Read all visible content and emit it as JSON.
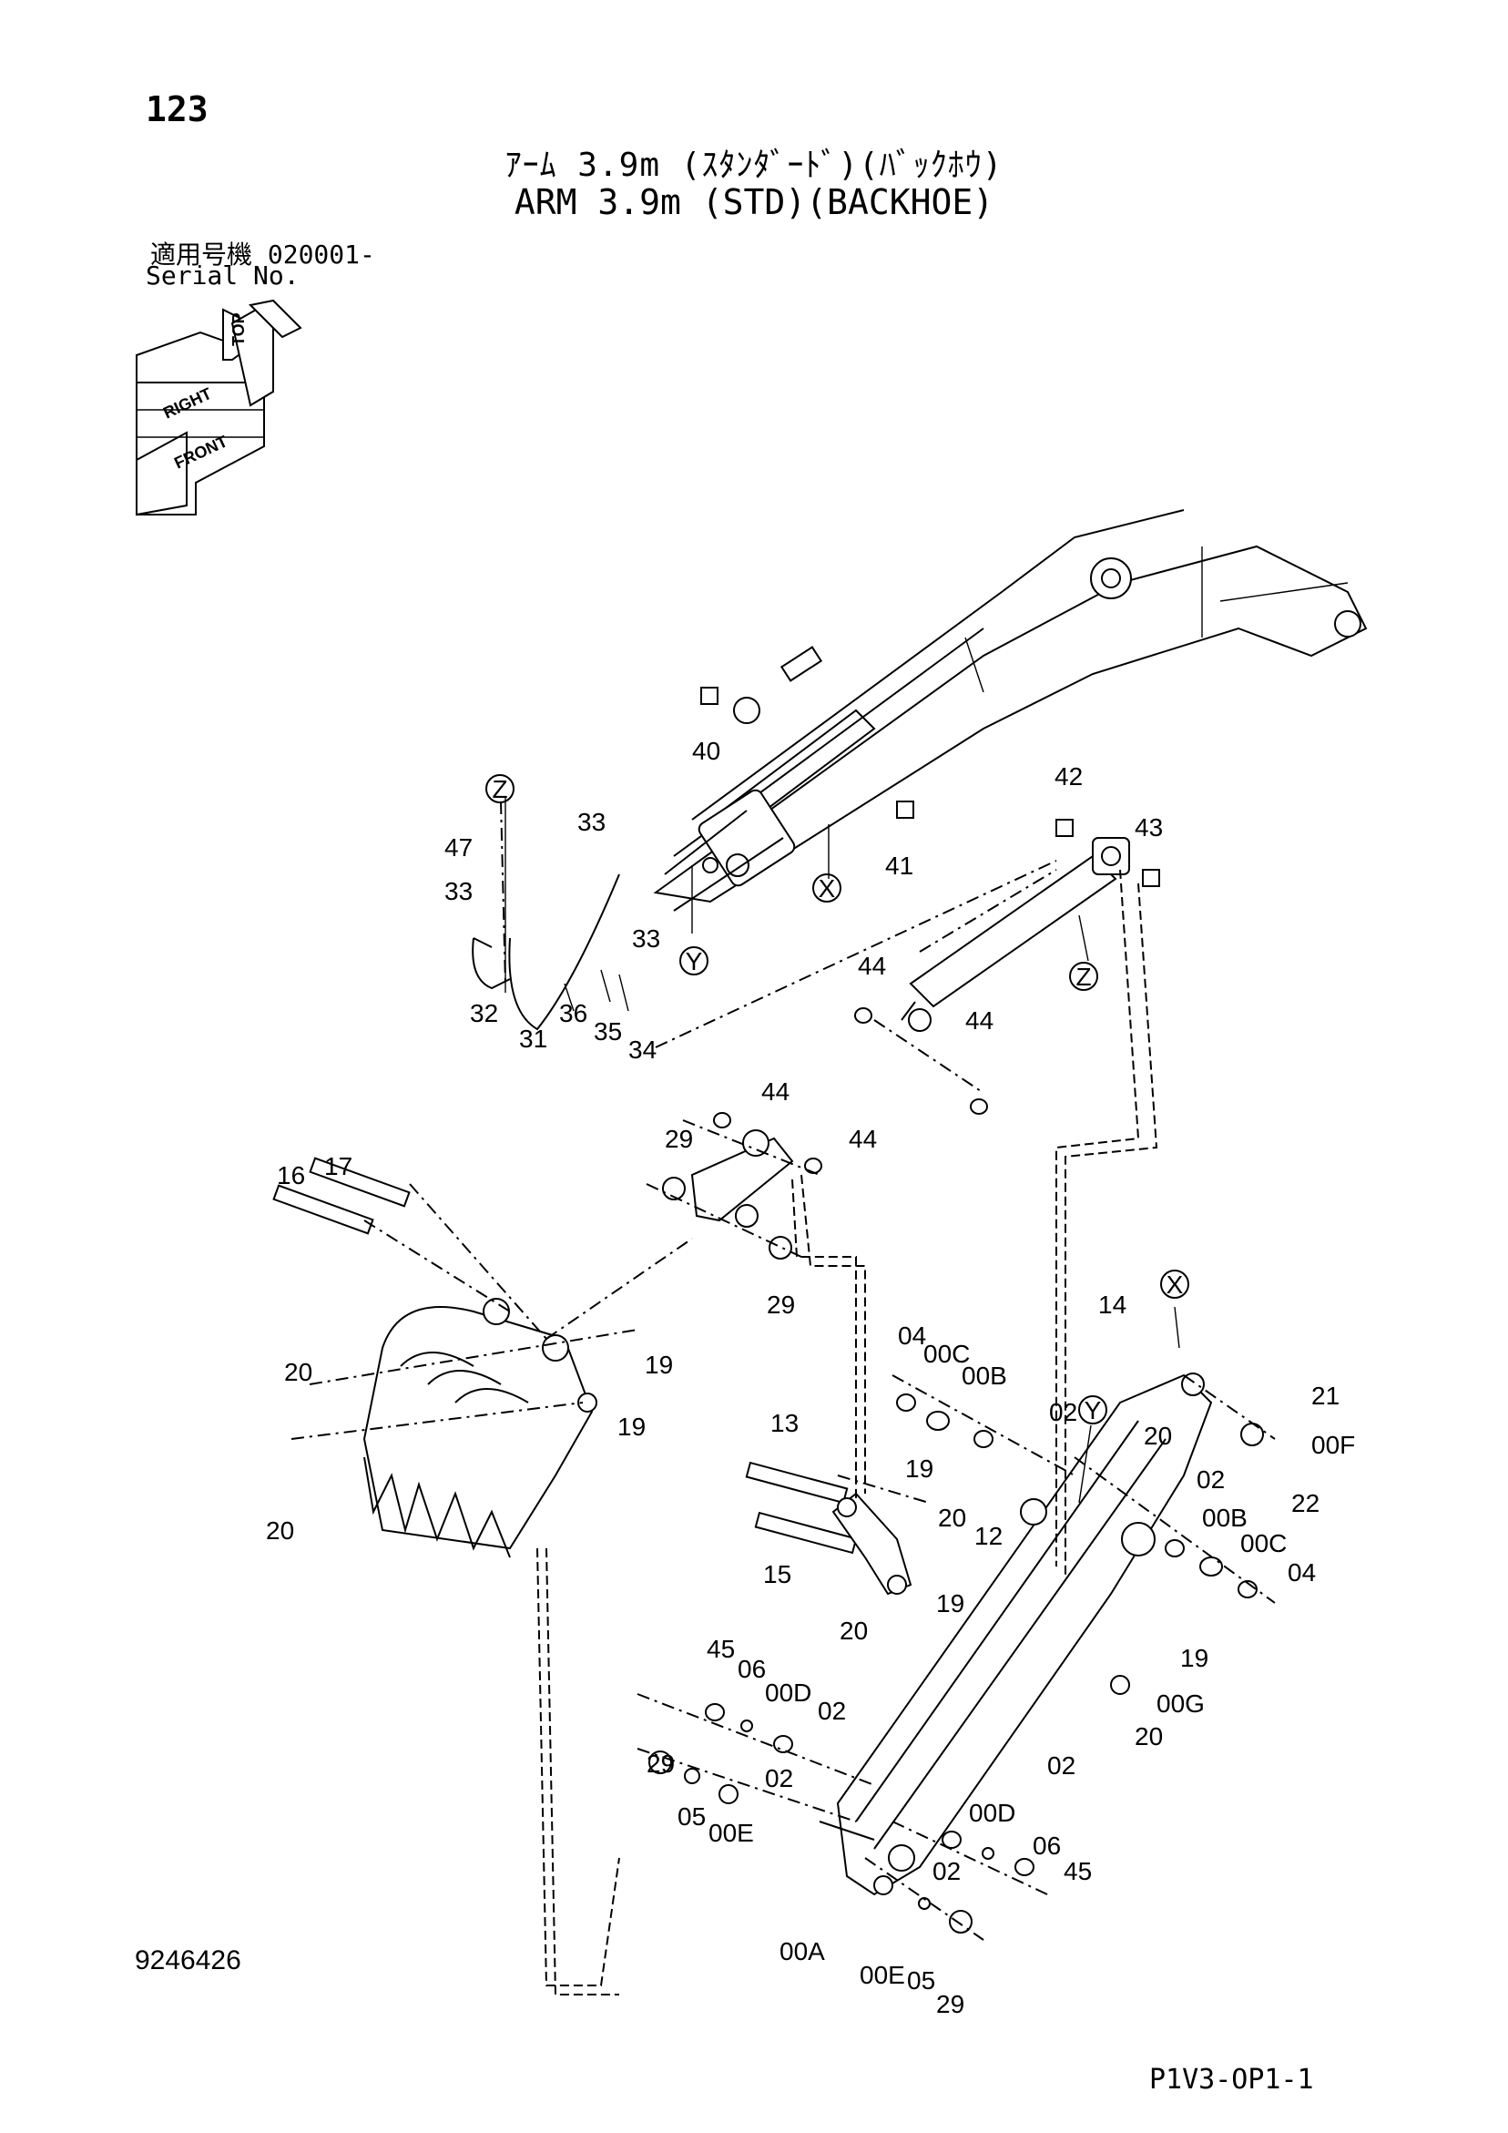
{
  "page_number": "123",
  "title_jp": "ｱｰﾑ 3.9m (ｽﾀﾝﾀﾞｰﾄﾞ)(ﾊﾞｯｸﾎｳ)",
  "title_en": "ARM 3.9m (STD)(BACKHOE)",
  "serial_jp": "適用号機 020001-",
  "serial_en": "Serial No.",
  "drawing_number": "9246426",
  "page_code": "P1V3-OP1-1",
  "orientation": {
    "top": "TOP",
    "right": "RIGHT",
    "front": "FRONT"
  },
  "refs": {
    "x": "X",
    "y": "Y",
    "z": "Z"
  },
  "callouts": {
    "p40": "40",
    "p41": "41",
    "p42": "42",
    "p43": "43",
    "p47": "47",
    "p33a": "33",
    "p33b": "33",
    "p33c": "33",
    "p32": "32",
    "p31": "31",
    "p36": "36",
    "p35": "35",
    "p34": "34",
    "p44a": "44",
    "p44b": "44",
    "p44c": "44",
    "p44d": "44",
    "p29a": "29",
    "p29b": "29",
    "p29c": "29",
    "p29d": "29",
    "p16": "16",
    "p17": "17",
    "p20a": "20",
    "p20b": "20",
    "p20c": "20",
    "p20d": "20",
    "p20e": "20",
    "p20f": "20",
    "p19a": "19",
    "p19b": "19",
    "p19c": "19",
    "p19d": "19",
    "p19e": "19",
    "p14": "14",
    "p21": "21",
    "p00F": "00F",
    "p22": "22",
    "p04a": "04",
    "p04b": "04",
    "p00Ca": "00C",
    "p00Cb": "00C",
    "p00Ba": "00B",
    "p00Bb": "00B",
    "p02a": "02",
    "p02b": "02",
    "p02c": "02",
    "p02d": "02",
    "p02e": "02",
    "p02f": "02",
    "p13": "13",
    "p15": "15",
    "p12": "12",
    "p00G": "00G",
    "p45a": "45",
    "p45b": "45",
    "p06a": "06",
    "p06b": "06",
    "p00Da": "00D",
    "p00Db": "00D",
    "p05a": "05",
    "p05b": "05",
    "p00Ea": "00E",
    "p00Eb": "00E",
    "p00A": "00A"
  }
}
